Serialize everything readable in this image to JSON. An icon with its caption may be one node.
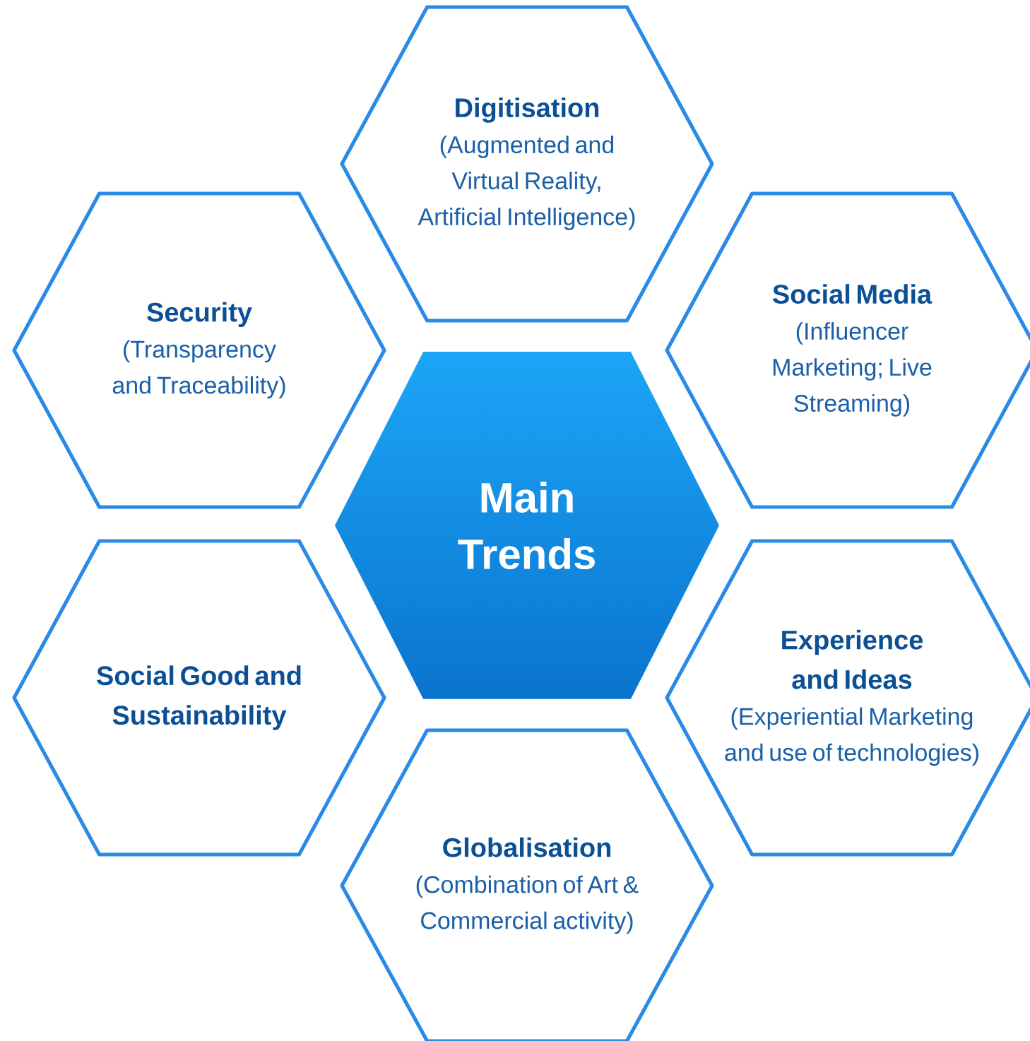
{
  "diagram": {
    "nodes": [
      {
        "text": [
          "Digitisation",
          "(Augmented and Virtual Reality, Artificial Intelligence)"
        ]
      },
      {
        "text": [
          "Security",
          "(Transparency and Traceability)"
        ]
      },
      {
        "text": [
          "Social Media",
          "(Influencer Marketing; Live Streaming)"
        ]
      },
      {
        "text": [
          "Main Trends"
        ]
      },
      {
        "text": [
          "Social Good and Sustainability"
        ]
      },
      {
        "text": [
          "Experience and Ideas",
          "(Experiential Marketing and use of technologies)"
        ]
      },
      {
        "text": [
          "Globalisation",
          "(Combination of Art & Commercial activity)"
        ]
      }
    ]
  }
}
